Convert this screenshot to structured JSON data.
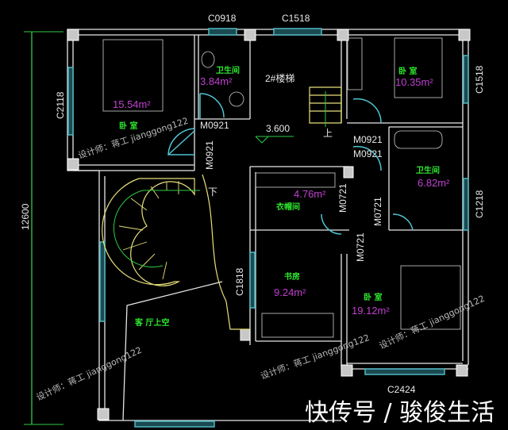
{
  "dimension": {
    "total": "12600"
  },
  "windows": {
    "w1": "C0918",
    "w2": "C1518",
    "w3": "C2118",
    "w4": "C1518",
    "w5": "C1218",
    "w6": "C1818",
    "w7": "C2424"
  },
  "doors": {
    "d1": "M0921",
    "d2": "M0921",
    "d3": "M0921",
    "d4": "M0921",
    "d5": "M0721",
    "d6": "M0721",
    "d7": "M0721"
  },
  "rooms": [
    {
      "name": "卧 室",
      "area": "15.54m²"
    },
    {
      "name": "卫生间",
      "area": "3.84m²"
    },
    {
      "name": "卧 室",
      "area": "10.35m²"
    },
    {
      "name": "卫生间",
      "area": "6.82m²"
    },
    {
      "name": "衣帽间",
      "area": "4.76m²"
    },
    {
      "name": "书房",
      "area": "9.24m²"
    },
    {
      "name": "卧 室",
      "area": "19.12m²"
    },
    {
      "name": "客 厅上空"
    }
  ],
  "stair": {
    "label": "2#楼梯",
    "elevation": "3.600",
    "up": "上",
    "down": "下"
  },
  "watermark": {
    "designer": "设计师：蒋工 jianggong122"
  },
  "footer_text": "快传号 / 骏俊生活",
  "colors": {
    "wall": "#e6e6e6",
    "window": "#4fb8c4",
    "room_label": "#2ee82e",
    "area": "#c040d0",
    "stair": "#e8e07a",
    "dimension": "#2ecc40"
  }
}
